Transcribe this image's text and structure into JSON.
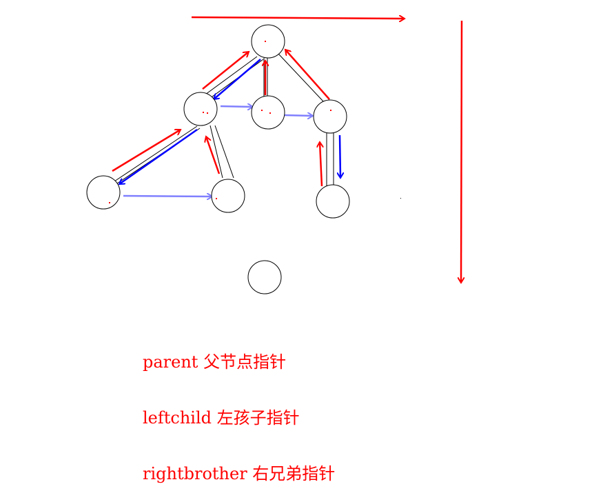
{
  "colors": {
    "parent": "#ff0000",
    "leftchild": "#0000ff",
    "rightbrother": "#8080ff",
    "node": "#000000",
    "legend_text": "#ff0000"
  },
  "legend": [
    "parent 父节点指针",
    "leftchild 左孩子指针",
    "rightbrother 右兄弟指针"
  ]
}
